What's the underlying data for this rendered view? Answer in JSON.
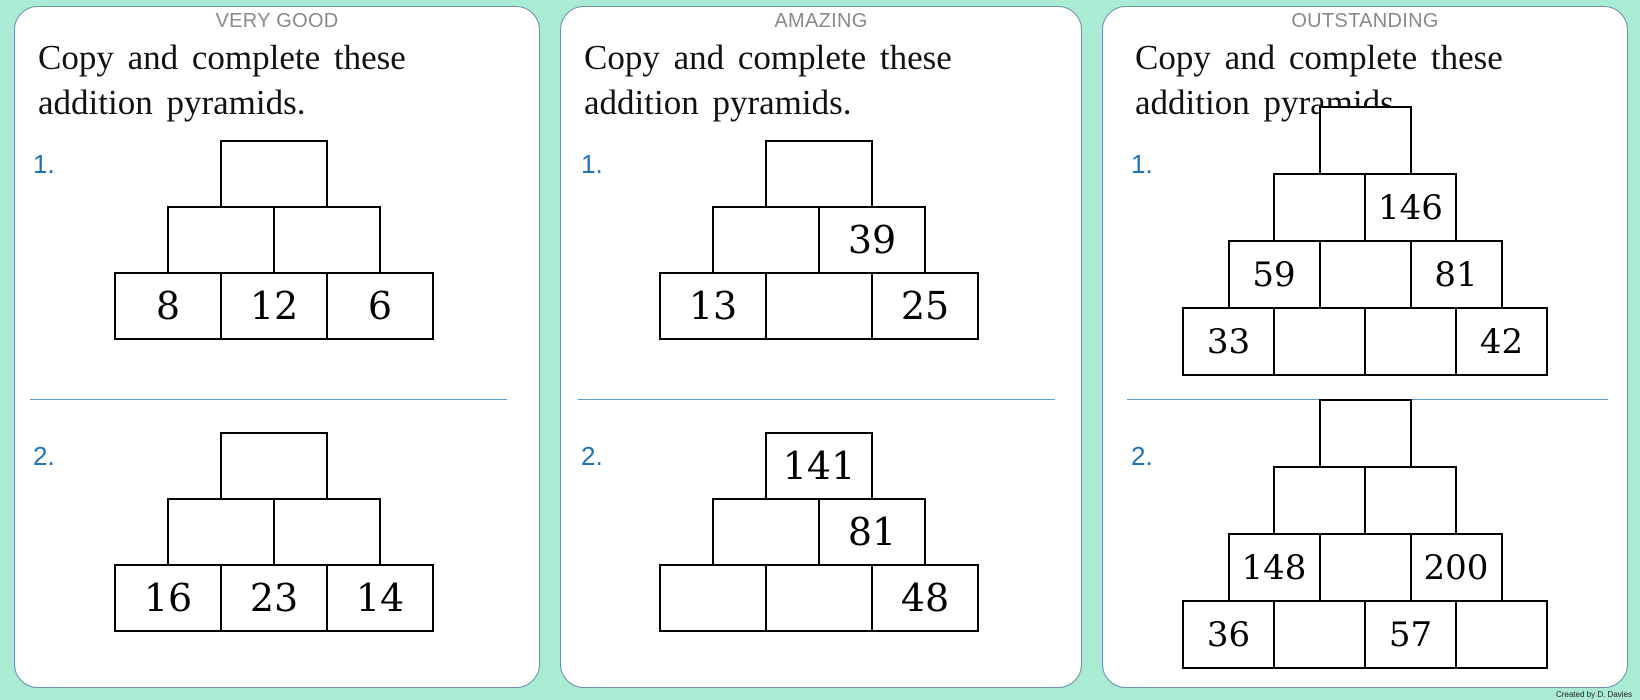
{
  "instruction_line1": "Copy and complete these",
  "instruction_line2": "addition pyramids.",
  "credit": "Created by D. Davies",
  "cards": [
    {
      "level": "VERY GOOD",
      "questions": [
        {
          "number": "1.",
          "rows": [
            [
              "8",
              "12",
              "6"
            ],
            [
              "",
              ""
            ],
            [
              ""
            ]
          ]
        },
        {
          "number": "2.",
          "rows": [
            [
              "16",
              "23",
              "14"
            ],
            [
              "",
              ""
            ],
            [
              ""
            ]
          ]
        }
      ]
    },
    {
      "level": "AMAZING",
      "questions": [
        {
          "number": "1.",
          "rows": [
            [
              "13",
              "",
              "25"
            ],
            [
              "",
              "39"
            ],
            [
              ""
            ]
          ]
        },
        {
          "number": "2.",
          "rows": [
            [
              "",
              "",
              "48"
            ],
            [
              "",
              "81"
            ],
            [
              "141"
            ]
          ]
        }
      ]
    },
    {
      "level": "OUTSTANDING",
      "questions": [
        {
          "number": "1.",
          "rows": [
            [
              "33",
              "",
              "",
              "42"
            ],
            [
              "59",
              "",
              "81"
            ],
            [
              "",
              "146"
            ],
            [
              ""
            ]
          ]
        },
        {
          "number": "2.",
          "rows": [
            [
              "36",
              "",
              "57",
              ""
            ],
            [
              "148",
              "",
              "200"
            ],
            [
              "",
              ""
            ],
            [
              ""
            ]
          ]
        }
      ]
    }
  ]
}
